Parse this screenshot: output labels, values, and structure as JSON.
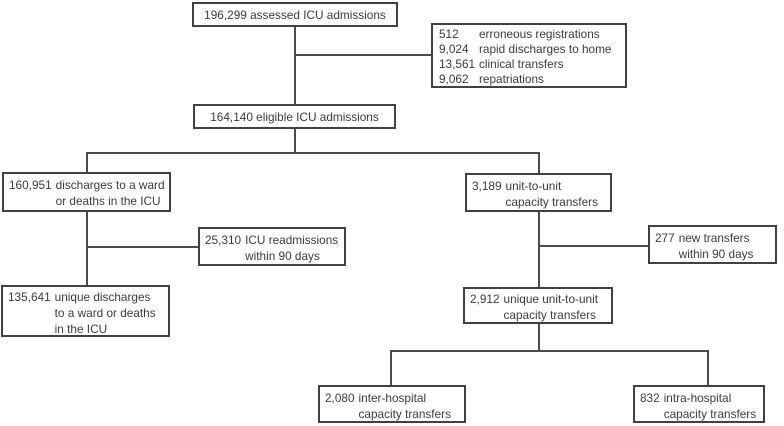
{
  "colors": {
    "background": "#ffffff",
    "box_border": "#414141",
    "text": "#3b3b3b",
    "connector": "#4c4c4c"
  },
  "boxes": {
    "assessed": {
      "text": "196,299 assessed ICU admissions"
    },
    "exclusions": {
      "rows": [
        {
          "num": "512",
          "label": "erroneous registrations"
        },
        {
          "num": "9,024",
          "label": "rapid discharges to home"
        },
        {
          "num": "13,561",
          "label": "clinical transfers"
        },
        {
          "num": "9,062",
          "label": "repatriations"
        }
      ]
    },
    "eligible": {
      "text": "164,140 eligible ICU admissions"
    },
    "ward_discharges": {
      "num": "160,951",
      "label": "discharges to a ward\nor deaths in the ICU"
    },
    "icu_readmissions": {
      "num": "25,310",
      "label": "ICU readmissions\nwithin 90 days"
    },
    "unique_ward_discharges": {
      "num": "135,641",
      "label": "unique discharges\nto a ward or deaths\nin the ICU"
    },
    "unit_to_unit_transfers": {
      "num": "3,189",
      "label": "unit-to-unit\ncapacity transfers"
    },
    "new_transfers": {
      "num": "277",
      "label": "new transfers\nwithin 90 days"
    },
    "unique_unit_to_unit_transfers": {
      "num": "2,912",
      "label": "unique unit-to-unit\ncapacity transfers"
    },
    "inter_hospital_transfers": {
      "num": "2,080",
      "label": "inter-hospital\ncapacity transfers"
    },
    "intra_hospital_transfers": {
      "num": "832",
      "label": "intra-hospital\ncapacity transfers"
    }
  }
}
